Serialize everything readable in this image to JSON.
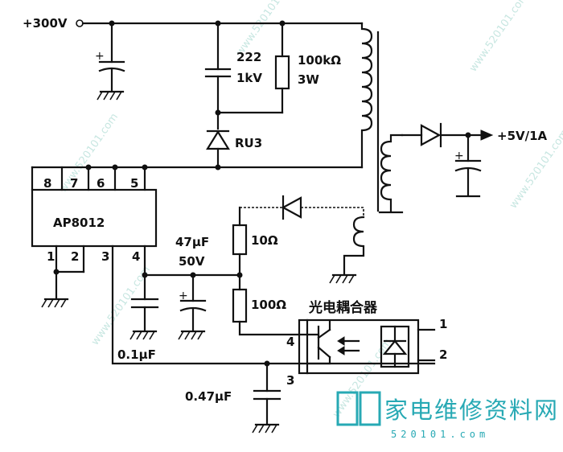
{
  "labels": {
    "supply": "+300V",
    "cap_222": "222",
    "cap_1kv": "1kV",
    "res_100k": "100kΩ",
    "res_3w": "3W",
    "diode_ru3": "RU3",
    "output": "+5V/1A",
    "ic_name": "AP8012",
    "pin8": "8",
    "pin7": "7",
    "pin6": "6",
    "pin5": "5",
    "pin1": "1",
    "pin2": "2",
    "pin3": "3",
    "pin4": "4",
    "cap_47u": "47μF",
    "cap_50v": "50V",
    "res_10": "10Ω",
    "res_100": "100Ω",
    "optocoupler": "光电耦合器",
    "opto_pin1": "1",
    "opto_pin2": "2",
    "opto_pin3": "3",
    "opto_pin4": "4",
    "cap_01u": "0.1μF",
    "cap_047u": "0.47μF"
  },
  "watermark": {
    "logo_text": "家电维修资料网",
    "logo_url": "520101.com",
    "repeat_text": "www.520101.com"
  },
  "colors": {
    "line": "#111111",
    "logo": "#27a9b4",
    "watermark": "#9bd3c9"
  }
}
